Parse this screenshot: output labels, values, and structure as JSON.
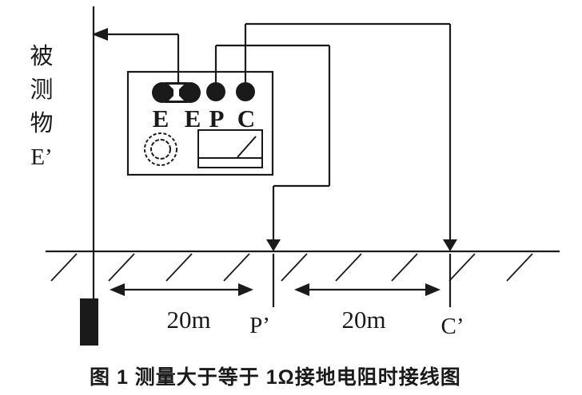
{
  "diagram": {
    "title_caption": "图 1 测量大于等于 1Ω接地电阻时接线图",
    "measured_object_label_chars": [
      "被",
      "测",
      "物",
      "E’"
    ],
    "tester": {
      "terminal_labels": [
        "E",
        "E",
        "P",
        "C"
      ],
      "icons": {
        "knob": "dial-knob-icon",
        "meter": "meter-display-icon",
        "jumper": "ee-shorting-link-icon"
      }
    },
    "distances": {
      "left": "20m",
      "right": "20m"
    },
    "probes": {
      "potential_label": "P’",
      "current_label": "C’"
    },
    "colors": {
      "line": "#1a1a1a",
      "background": "#ffffff"
    }
  }
}
